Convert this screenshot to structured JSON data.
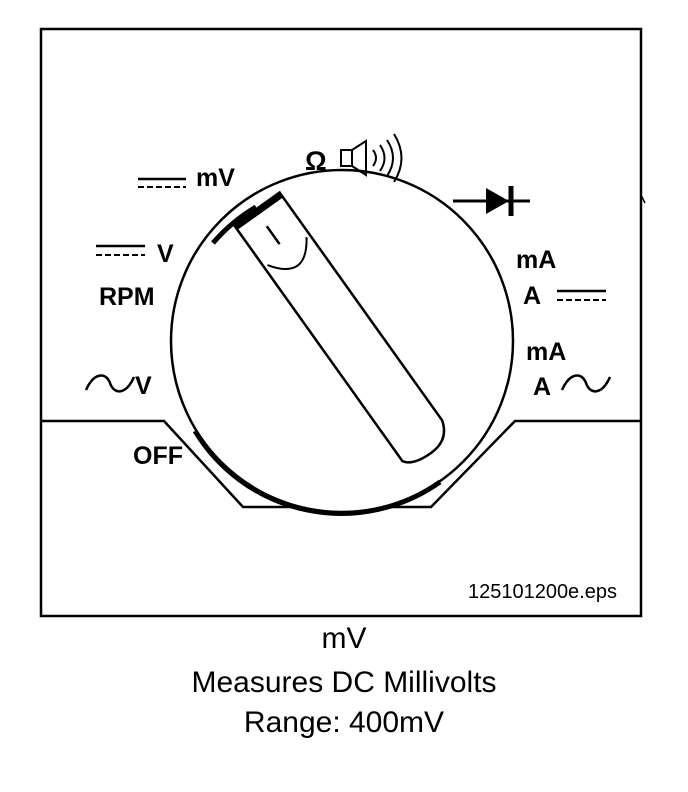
{
  "dial": {
    "mv_label": "mV",
    "v_dc_label": "V",
    "rpm_label": "RPM",
    "v_ac_label": "V",
    "off_label": "OFF",
    "ohm_label": "Ω",
    "ma_dc_label": "mA",
    "a_dc_label": "A",
    "ma_ac_label": "mA",
    "a_ac_label": "A",
    "selected_position": "mV"
  },
  "figure_filename": "125101200e.eps",
  "caption": {
    "mode": "mV",
    "description": "Measures DC Millivolts",
    "range": "Range: 400mV"
  }
}
